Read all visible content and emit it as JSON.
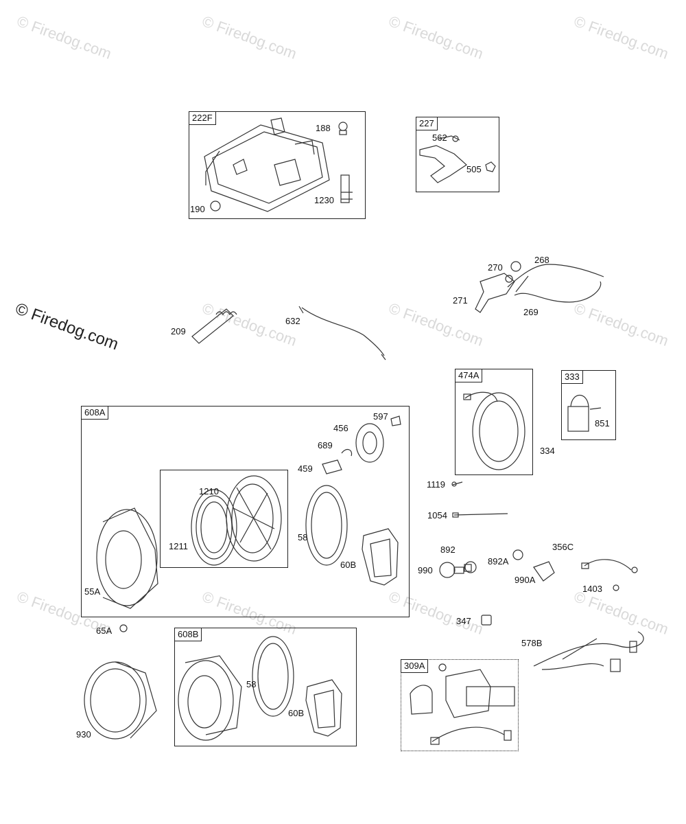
{
  "watermark": "© Firedog.com",
  "groups": {
    "g222F": "222F",
    "g227": "227",
    "g474A": "474A",
    "g333": "333",
    "g608A": "608A",
    "g608B": "608B",
    "g309A": "309A"
  },
  "labels": {
    "p188": "188",
    "p190": "190",
    "p1230": "1230",
    "p562": "562",
    "p505": "505",
    "p270": "270",
    "p268": "268",
    "p271": "271",
    "p269": "269",
    "p209": "209",
    "p632": "632",
    "p851": "851",
    "p334": "334",
    "p597": "597",
    "p456": "456",
    "p689": "689",
    "p459": "459",
    "p1210": "1210",
    "p1211": "1211",
    "p58a": "58",
    "p60Ba": "60B",
    "p55A": "55A",
    "p1119": "1119",
    "p1054": "1054",
    "p892": "892",
    "p990": "990",
    "p892A": "892A",
    "p990A": "990A",
    "p356C": "356C",
    "p1403": "1403",
    "p347": "347",
    "p578B": "578B",
    "p65A": "65A",
    "p930": "930",
    "p58b": "58",
    "p60Bb": "60B"
  }
}
